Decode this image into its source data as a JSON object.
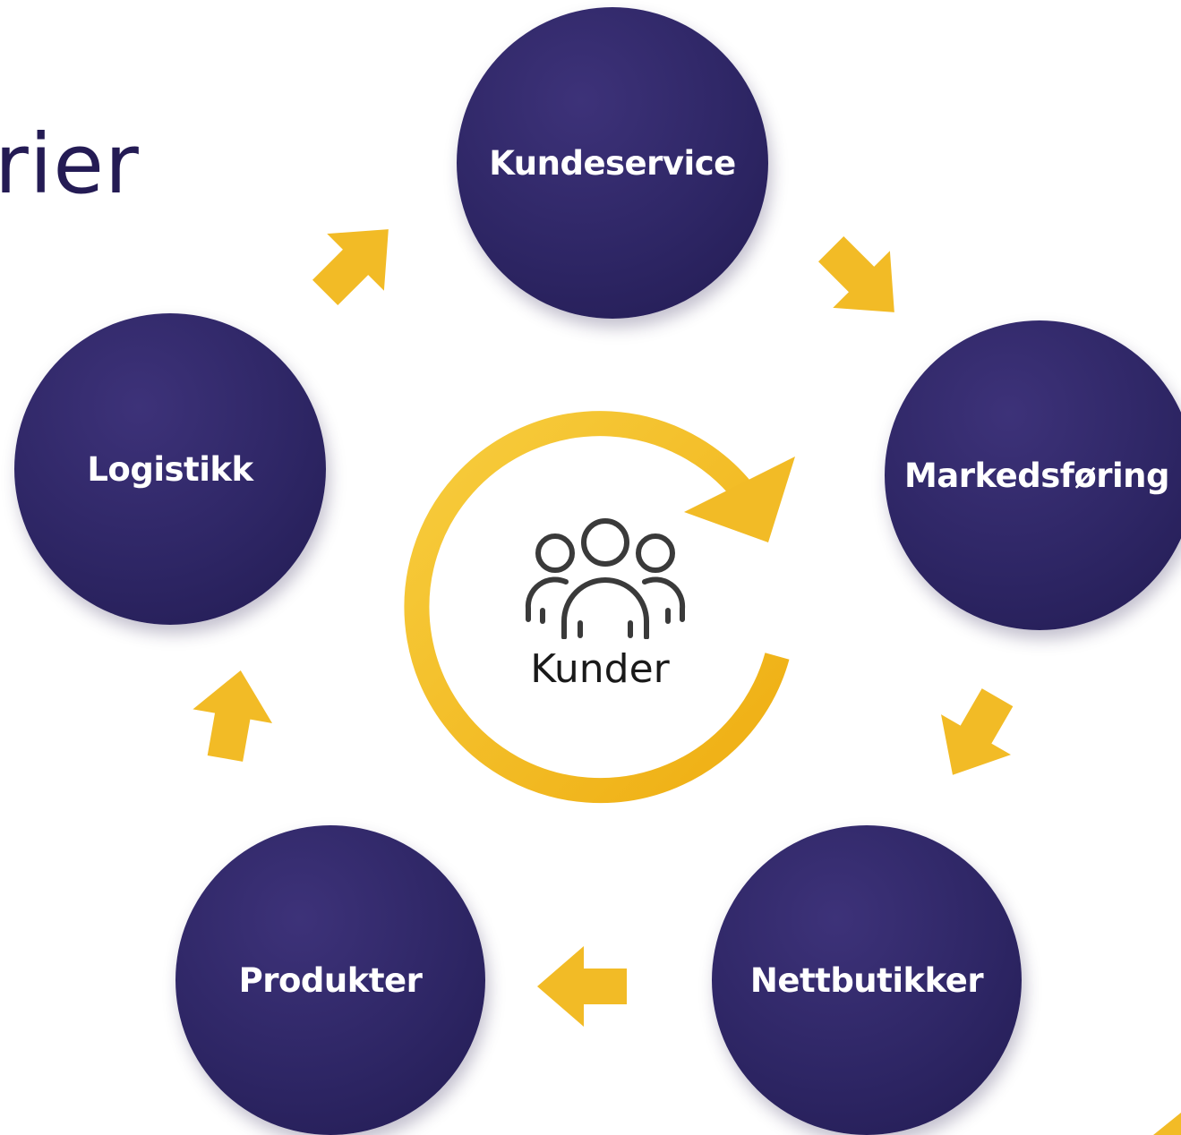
{
  "title_fragment": "rier",
  "center": {
    "label": "Kunder",
    "icon": "people-icon"
  },
  "nodes": [
    {
      "label": "Kundeservice"
    },
    {
      "label": "Markedsføring"
    },
    {
      "label": "Nettbutikker"
    },
    {
      "label": "Produkter"
    },
    {
      "label": "Logistikk"
    }
  ],
  "colors": {
    "node": "#2e2665",
    "arrow": "#f2bb26",
    "title": "#241b54"
  }
}
